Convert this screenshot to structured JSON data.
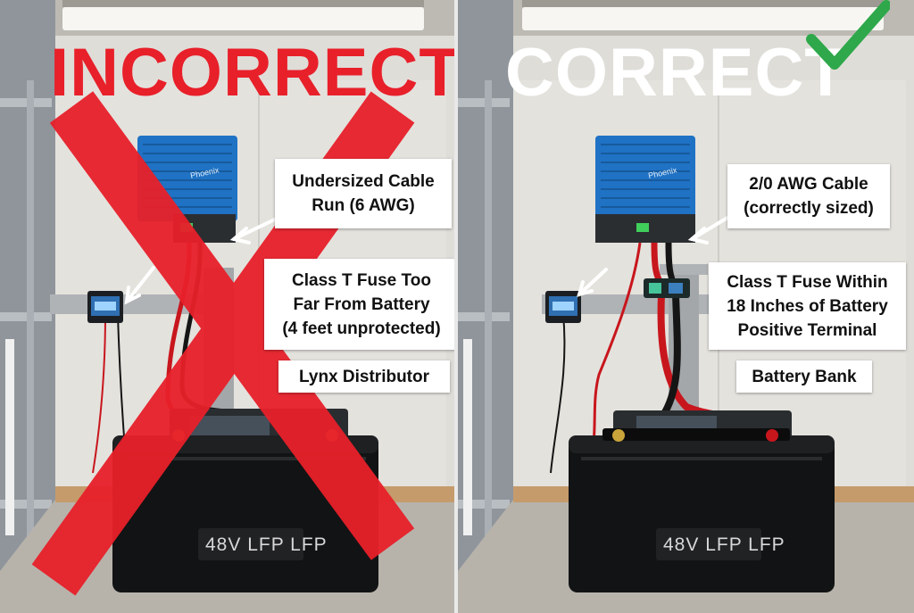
{
  "incorrect": {
    "headline": "INCORRECT",
    "callouts": {
      "cable": [
        "Undersized Cable",
        "Run (6 AWG)"
      ],
      "fuse": [
        "Class T Fuse Too",
        "Far From Battery",
        "(4 feet unprotected)"
      ],
      "distributor": "Lynx Distributor"
    },
    "battery_label": "48V LFP LFP",
    "x_mark_color": "#e8202a"
  },
  "correct": {
    "headline": "CORRECT",
    "callouts": {
      "cable": [
        "2/0 AWG Cable",
        "(correctly sized)"
      ],
      "fuse": [
        "Class T Fuse Within",
        "18 Inches of Battery",
        "Positive Terminal"
      ],
      "bank": "Battery Bank"
    },
    "battery_label": "48V LFP LFP",
    "check_icon": "check-icon",
    "check_color": "#2ea84a"
  },
  "colors": {
    "inverter_blue": "#1f72c4",
    "cable_red": "#c8161d",
    "wall": "#dfddd8"
  }
}
